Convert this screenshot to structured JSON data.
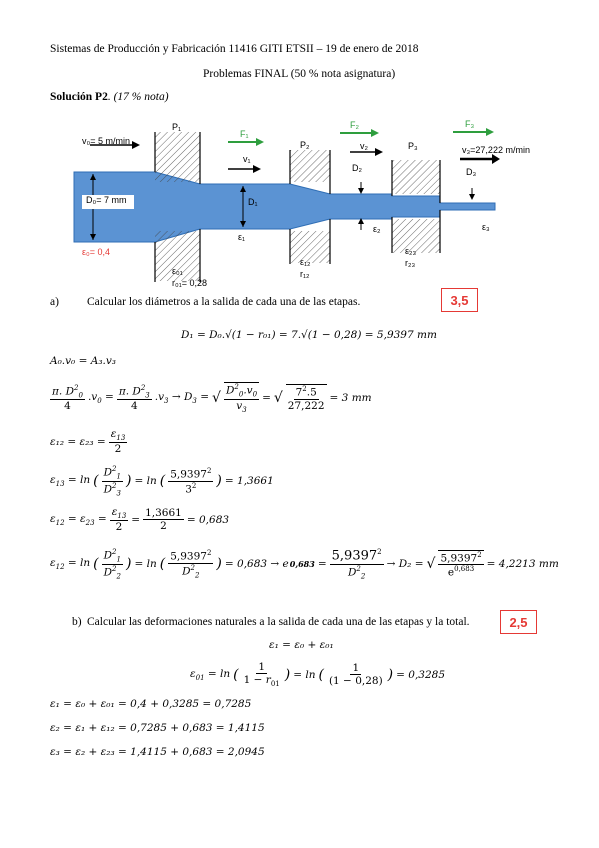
{
  "header": {
    "line1": "Sistemas de Producción y Fabricación 11416 GITI ETSII – 19 de enero de 2018",
    "line2": "Problemas FINAL (50 % nota asignatura)",
    "solution_label": "Solución P2",
    "solution_weight": ". (17 % nota)"
  },
  "diagram": {
    "v0": "v₀= 5 m/min",
    "p1": "P₁",
    "p2": "P₂",
    "p3": "P₃",
    "f1": "F₁",
    "f2": "F₂",
    "f3": "F₃",
    "v1": "v₁",
    "v2": "v₂",
    "v3": "v₃=27,222 m/min",
    "d0": "D₀= 7 mm",
    "d1": "D₁",
    "d2": "D₂",
    "d3": "D₃",
    "eps0": "ε₀= 0,4",
    "eps1": "ε₁",
    "eps2": "ε₂",
    "eps3": "ε₃",
    "eps01": "ε₀₁",
    "r01": "r₀₁= 0,28",
    "eps12": "ε₁₂",
    "r12": "r₁₂",
    "eps23": "ε₂₃",
    "r23": "r₂₃",
    "colors": {
      "billet": "#5b93d3",
      "billet_edge": "#2f6eb5",
      "arrow_green": "#2e9e3e",
      "hatch": "#444444"
    }
  },
  "part_a": {
    "label": "a)",
    "question": "Calcular los diámetros a la salida de cada una de las etapas.",
    "score": "3,5"
  },
  "part_b": {
    "label": "b)",
    "question": "Calcular las deformaciones naturales a la salida de cada una de las etapas y la total.",
    "score": "2,5"
  },
  "equations": {
    "a1": "D₁ = D₀.√(1 − r₀₁) = 7.√(1 − 0,28) = 5,9397 mm",
    "a2": "A₀.v₀ = A₃.v₃",
    "a3_res": "= 3 mm",
    "a4": "ε₁₂ = ε₂₃ =",
    "a5_res": "= 1,3661",
    "a6_res": "= 0,683",
    "a7_res1": "= 0,683 → e",
    "a7_exp": "0,683",
    "a7_res2": "→ D₂ =",
    "a7_res3": "= 4,2213 mm",
    "b1": "ε₁ = ε₀ + ε₀₁",
    "b2_res": "= 0,3285",
    "b3": "ε₁ = ε₀ + ε₀₁ = 0,4 + 0,3285 = 0,7285",
    "b4": "ε₂ = ε₁ + ε₁₂ = 0,7285 + 0,683 = 1,4115",
    "b5": "ε₃ = ε₂ + ε₂₃ = 1,4115 + 0,683 = 2,0945"
  }
}
